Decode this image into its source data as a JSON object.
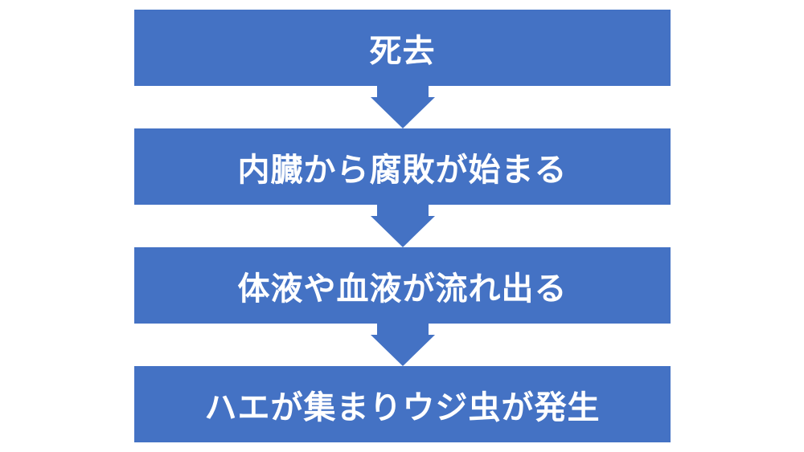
{
  "steps": [
    {
      "label": "死去"
    },
    {
      "label": "内臓から腐敗が始まる"
    },
    {
      "label": "体液や血液が流れ出る"
    },
    {
      "label": "ハエが集まりウジ虫が発生"
    }
  ],
  "colors": {
    "box_fill": "#4472c4",
    "text": "#ffffff",
    "background": "#ffffff"
  }
}
